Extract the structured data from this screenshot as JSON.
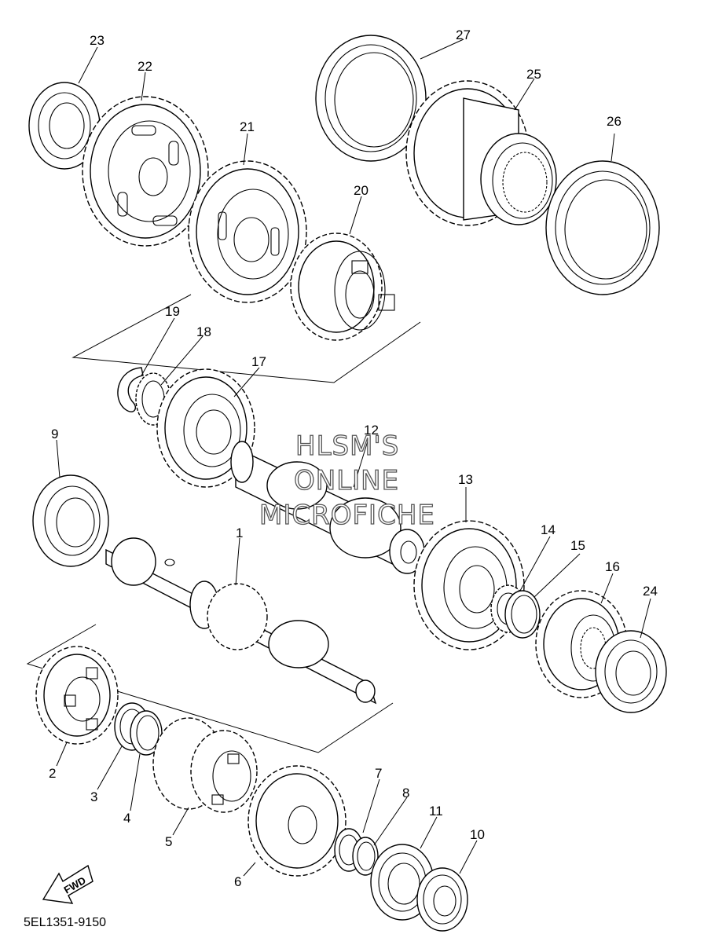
{
  "diagram": {
    "catalog_code": "5EL1351-9150",
    "fwd_label": "FWD",
    "watermark": [
      "HLSM'S",
      "ONLINE",
      "MICROFICHE"
    ],
    "callouts": [
      "1",
      "2",
      "3",
      "4",
      "5",
      "6",
      "7",
      "8",
      "9",
      "10",
      "11",
      "12",
      "13",
      "14",
      "15",
      "16",
      "17",
      "18",
      "19",
      "20",
      "21",
      "22",
      "23",
      "24",
      "25",
      "26",
      "27"
    ]
  }
}
